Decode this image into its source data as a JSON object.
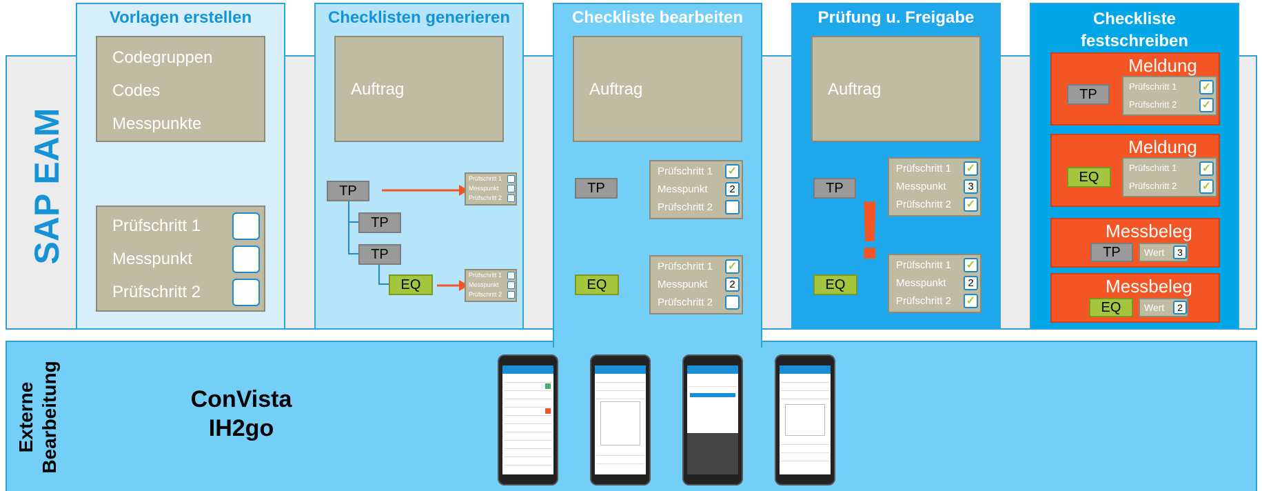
{
  "colors": {
    "title_dark_blue": "#1593d6",
    "title_white": "#ffffff",
    "panel_light": "#d6effb",
    "panel_mid": "#b6e5fb",
    "panel_active": "#73cff7",
    "panel_blue": "#1ea7ea",
    "panel_strong": "#00a6e6",
    "tan": "#c0bca3",
    "orange": "#f45524",
    "green": "#a4c63c",
    "gray": "#9a9a9a"
  },
  "side_labels": {
    "sap": "SAP EAM",
    "externe": "Externe",
    "bearbeitung": "Bearbeitung"
  },
  "bottom": {
    "line1": "ConVista",
    "line2": "IH2go"
  },
  "panels": {
    "p1": {
      "title": "Vorlagen erstellen",
      "box_items": [
        "Codegruppen",
        "Codes",
        "Messpunkte"
      ],
      "checklist": [
        "Prüfschritt 1",
        "Messpunkt",
        "Prüfschritt 2"
      ]
    },
    "p2": {
      "title": "Checklisten generieren",
      "auftrag": "Auftrag",
      "tp": "TP",
      "eq": "EQ",
      "mini_list": [
        "Prüfschritt 1",
        "Messpunkt",
        "Prüfschritt 2"
      ]
    },
    "p3": {
      "title": "Checkliste bearbeiten",
      "auftrag": "Auftrag",
      "tp": "TP",
      "eq": "EQ",
      "list_top": [
        "Prüfschritt 1",
        "Messpunkt",
        "Prüfschritt 2"
      ],
      "list_top_num": "2",
      "list_bot": [
        "Prüfschritt 1",
        "Messpunkt",
        "Prüfschritt 2"
      ],
      "list_bot_num": "2",
      "check": "✓"
    },
    "p4": {
      "title": "Prüfung u. Freigabe",
      "auftrag": "Auftrag",
      "tp": "TP",
      "eq": "EQ",
      "exclaim": "!",
      "list_top": [
        "Prüfschritt 1",
        "Messpunkt",
        "Prüfschritt 2"
      ],
      "list_top_num": "3",
      "list_bot": [
        "Prüfschritt 1",
        "Messpunkt",
        "Prüfschritt 2"
      ],
      "list_bot_num": "2",
      "check": "✓"
    },
    "p5": {
      "title_line1": "Checkliste",
      "title_line2": "festschreiben",
      "meldung": "Meldung",
      "messbeleg": "Messbeleg",
      "tp": "TP",
      "eq": "EQ",
      "ps1": "Prüfschritt 1",
      "ps2": "Prüfschritt 2",
      "wert": "Wert",
      "wert_tp": "3",
      "wert_eq": "2",
      "check": "✓"
    }
  }
}
